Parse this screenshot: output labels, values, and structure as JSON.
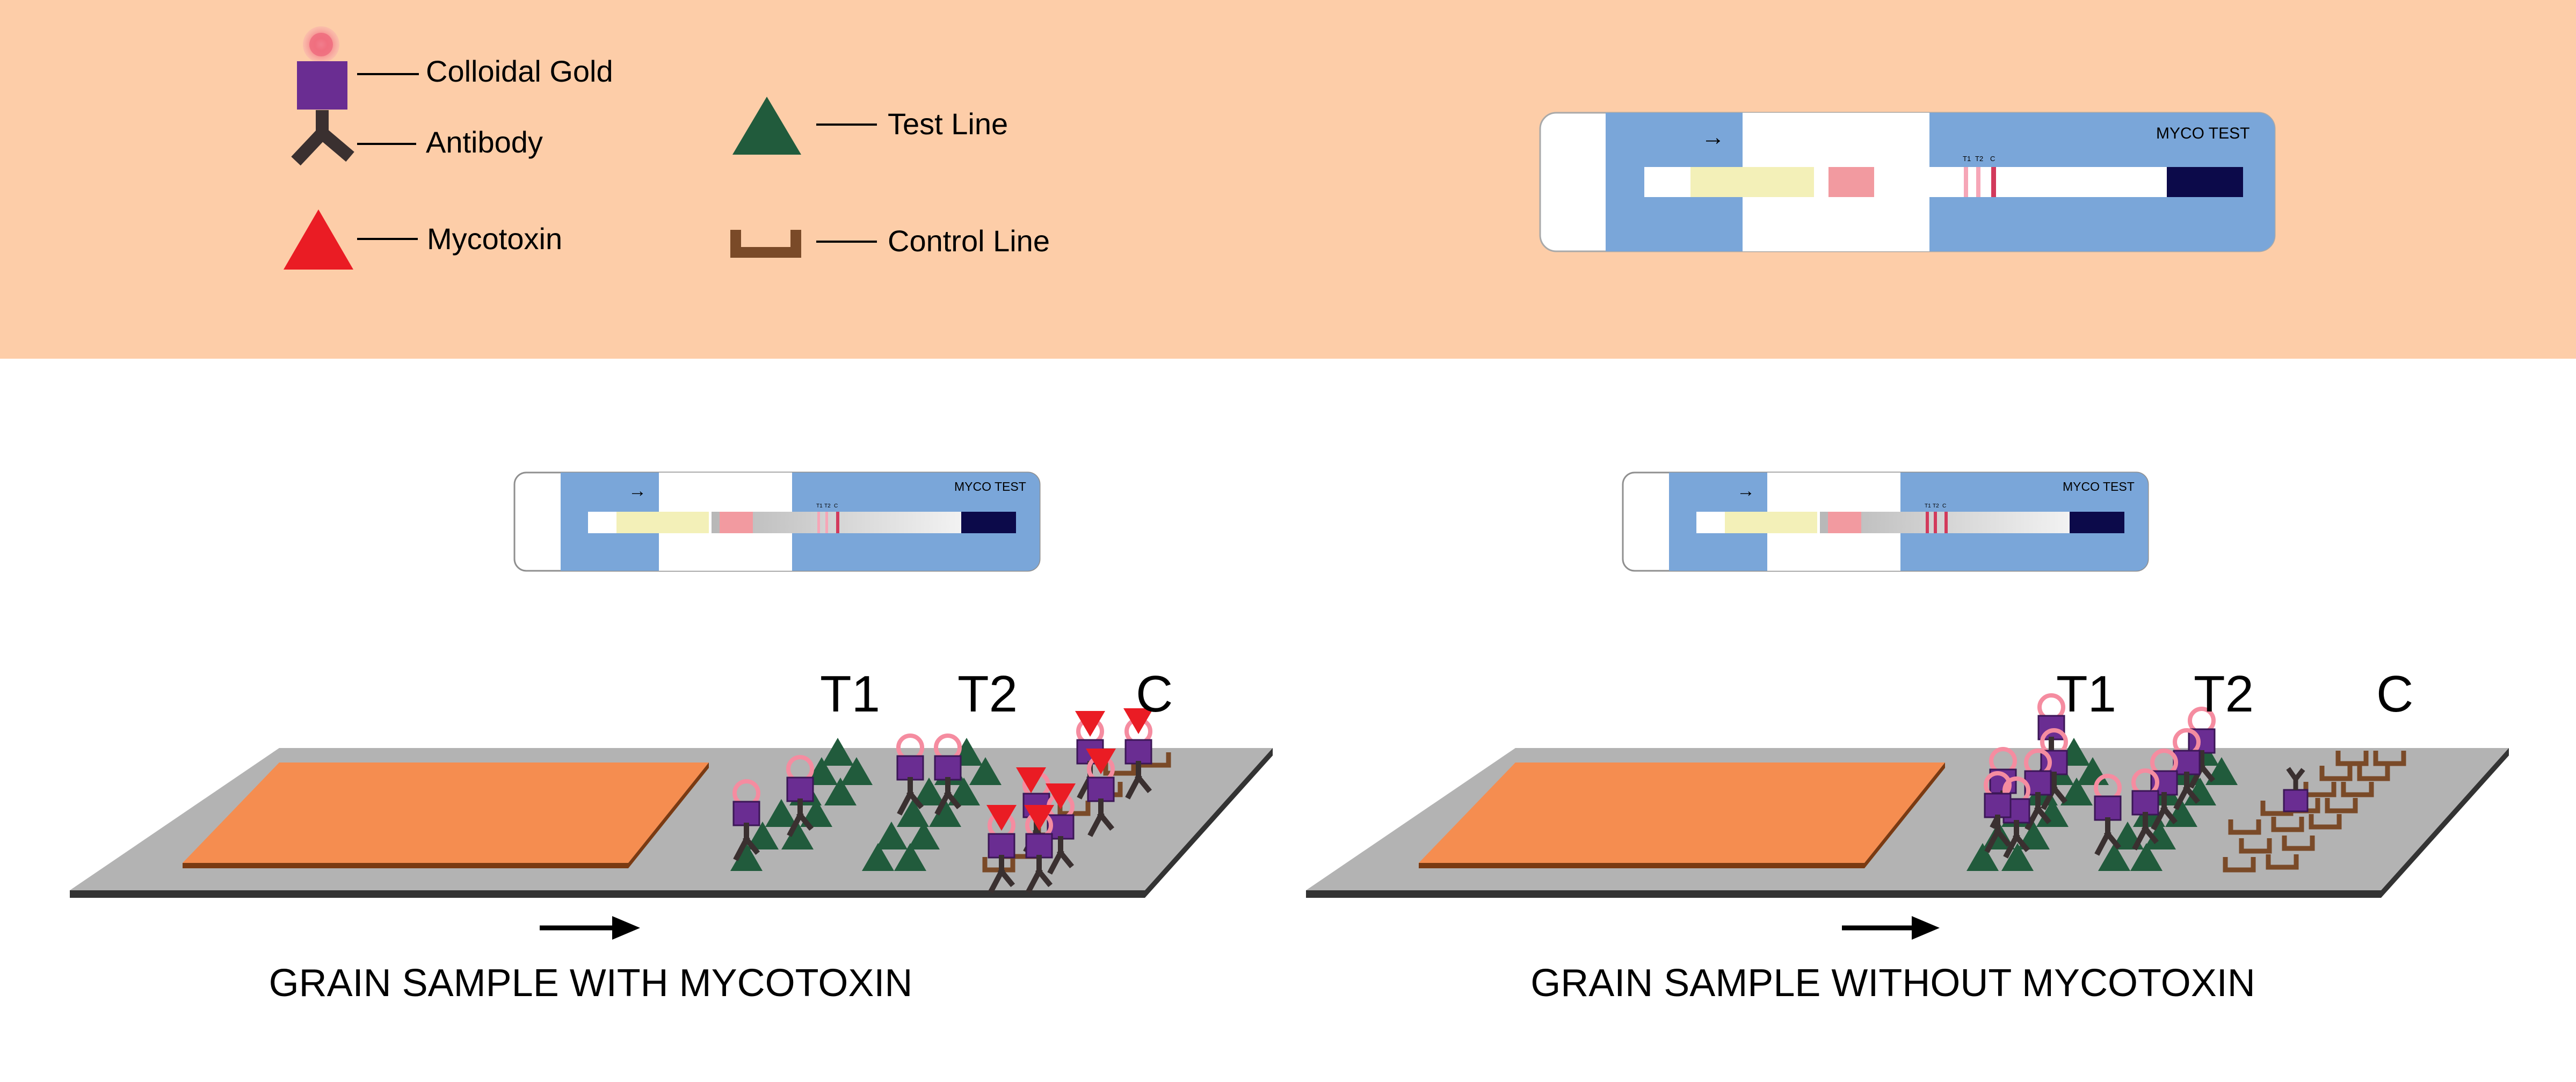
{
  "legend": {
    "colloidal_gold": "Colloidal Gold",
    "antibody": "Antibody",
    "mycotoxin": "Mycotoxin",
    "test_line": "Test Line",
    "control_line": "Control Line"
  },
  "strip": {
    "brand": "MYCO TEST",
    "arrow": "→",
    "t1": "T1",
    "t2": "T2",
    "c": "C"
  },
  "panels": {
    "with_toxin": {
      "t1": "T1",
      "t2": "T2",
      "c": "C",
      "caption": "GRAIN SAMPLE WITH MYCOTOXIN"
    },
    "without_toxin": {
      "t1": "T1",
      "t2": "T2",
      "c": "C",
      "caption": "GRAIN SAMPLE WITHOUT MYCOTOXIN"
    }
  },
  "colors": {
    "banner_bg": "#fdcda8",
    "cassette_blue": "#7aa6d9",
    "sample_pad": "#f3f0b8",
    "conjugate_pad": "#f29aa0",
    "test_line": "#d23a5c",
    "absorbent_pad": "#0c0a4a",
    "membrane_gray": "#b3b3b3",
    "sample_pad_orange": "#f58d50",
    "gold": "#6a2d92",
    "antibody": "#3a3030",
    "mycotoxin": "#ea1c24",
    "test_line_triangle": "#215b3c",
    "control_line_bracket": "#7a4a28"
  }
}
